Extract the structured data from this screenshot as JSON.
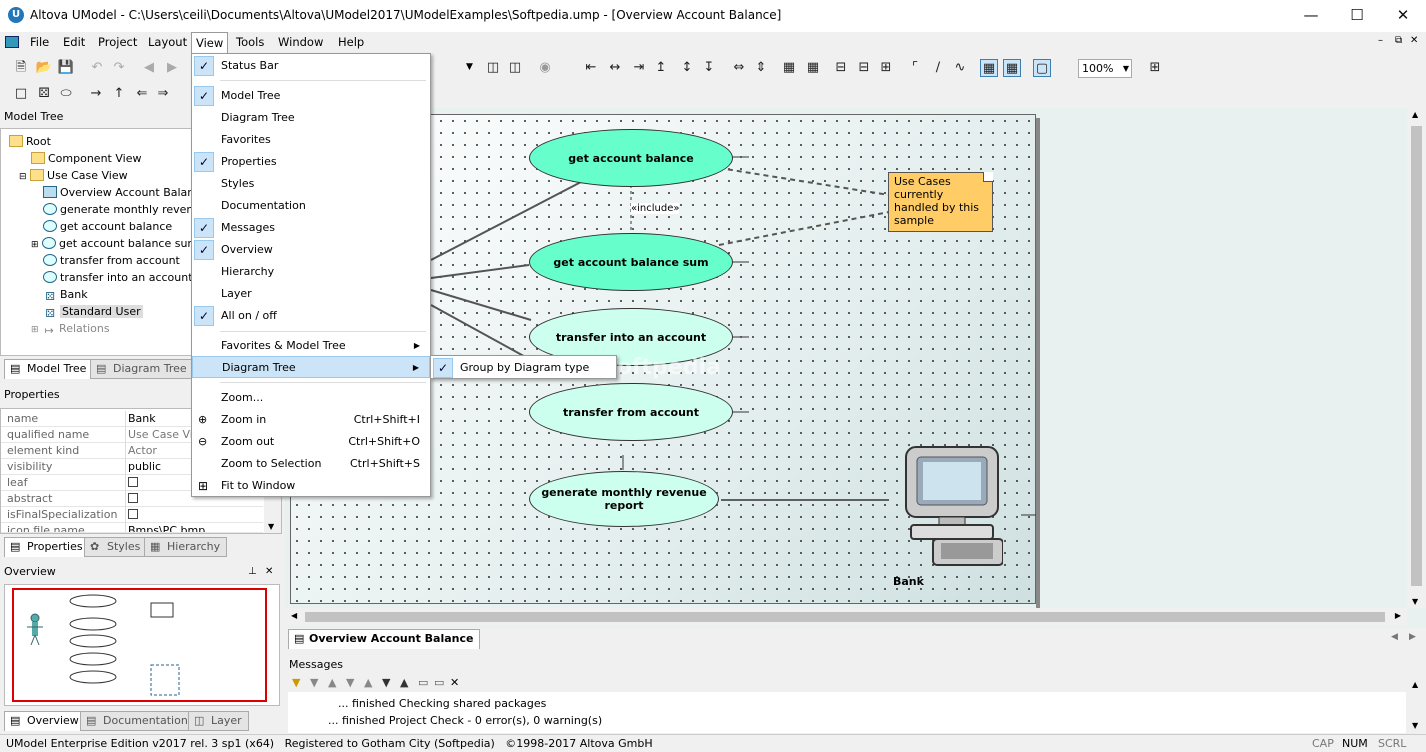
{
  "window": {
    "title": "Altova UModel - C:\\Users\\ceili\\Documents\\Altova\\UModel2017\\UModelExamples\\Softpedia.ump - [Overview Account Balance]"
  },
  "menubar": [
    "File",
    "Edit",
    "Project",
    "Layout",
    "View",
    "Tools",
    "Window",
    "Help"
  ],
  "toolbar": {
    "zoom": "100%"
  },
  "model_tree": {
    "header": "Model Tree",
    "items": [
      {
        "label": "Root",
        "icon": "folder-icon"
      },
      {
        "label": "Component View",
        "icon": "folder-icon"
      },
      {
        "label": "Use Case View",
        "icon": "folder-icon"
      },
      {
        "label": "Overview Account Balance",
        "icon": "diagram-icon"
      },
      {
        "label": "generate monthly revenue report",
        "icon": "usecase-icon"
      },
      {
        "label": "get account balance",
        "icon": "usecase-icon"
      },
      {
        "label": "get account balance sum",
        "icon": "usecase-icon"
      },
      {
        "label": "transfer from account",
        "icon": "usecase-icon"
      },
      {
        "label": "transfer into an account",
        "icon": "usecase-icon"
      },
      {
        "label": "Bank",
        "icon": "actor-icon"
      },
      {
        "label": "Standard User",
        "icon": "actor-icon"
      },
      {
        "label": "Relations",
        "icon": "relations-icon"
      }
    ],
    "tabs": [
      "Model Tree",
      "Diagram Tree"
    ]
  },
  "properties": {
    "header": "Properties",
    "rows": [
      {
        "key": "name",
        "value": "Bank"
      },
      {
        "key": "qualified name",
        "value": "Use Case View"
      },
      {
        "key": "element kind",
        "value": "Actor"
      },
      {
        "key": "visibility",
        "value": "public"
      },
      {
        "key": "leaf",
        "value": ""
      },
      {
        "key": "abstract",
        "value": ""
      },
      {
        "key": "isFinalSpecialization",
        "value": ""
      },
      {
        "key": "icon file name",
        "value": "Bmps\\PC.bmp"
      }
    ],
    "tabs": [
      "Properties",
      "Styles",
      "Hierarchy"
    ]
  },
  "overview": {
    "header": "Overview",
    "tabs": [
      "Overview",
      "Documentation",
      "Layer"
    ]
  },
  "view_menu": {
    "items": [
      {
        "label": "Status Bar",
        "checked": true
      },
      {
        "label": "Model Tree",
        "checked": true
      },
      {
        "label": "Diagram Tree",
        "checked": false
      },
      {
        "label": "Favorites",
        "checked": false
      },
      {
        "label": "Properties",
        "checked": true
      },
      {
        "label": "Styles",
        "checked": false
      },
      {
        "label": "Documentation",
        "checked": false
      },
      {
        "label": "Messages",
        "checked": true
      },
      {
        "label": "Overview",
        "checked": true
      },
      {
        "label": "Hierarchy",
        "checked": false
      },
      {
        "label": "Layer",
        "checked": false
      },
      {
        "label": "All on / off",
        "checked": true
      },
      {
        "label": "Favorites & Model Tree",
        "checked": false
      },
      {
        "label": "Diagram Tree",
        "checked": false
      },
      {
        "label": "Zoom...",
        "checked": false
      },
      {
        "label": "Zoom in",
        "shortcut": "Ctrl+Shift+I"
      },
      {
        "label": "Zoom out",
        "shortcut": "Ctrl+Shift+O"
      },
      {
        "label": "Zoom to Selection",
        "shortcut": "Ctrl+Shift+S"
      },
      {
        "label": "Fit to Window",
        "checked": false
      }
    ],
    "submenu": {
      "label": "Group by Diagram type",
      "checked": true
    }
  },
  "diagram": {
    "usecases": [
      "get account balance",
      "get account balance sum",
      "transfer into an account",
      "transfer from account",
      "generate monthly revenue report"
    ],
    "include_label": "«include»",
    "note": "Use Cases currently handled by this sample",
    "actor": "Bank",
    "tab": "Overview Account Balance",
    "watermark": "Softpedia"
  },
  "messages": {
    "header": "Messages",
    "lines": [
      "... finished Checking shared packages",
      "... finished Project Check - 0 error(s), 0 warning(s)"
    ]
  },
  "statusbar": {
    "text": "UModel Enterprise Edition v2017 rel. 3 sp1 (x64)   Registered to Gotham City (Softpedia)   ©1998-2017 Altova GmbH",
    "cap": "CAP",
    "num": "NUM",
    "scrl": "SCRL"
  },
  "colors": {
    "selected_usecase": "#66ffcc",
    "usecase": "#ccffee",
    "note": "#ffcc66",
    "menu_highlight": "#cce4f7"
  }
}
